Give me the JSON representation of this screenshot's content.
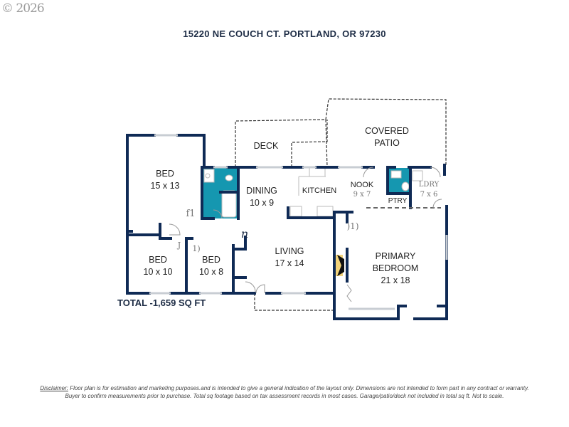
{
  "watermark": "© 2026",
  "address": "15220 NE COUCH CT. PORTLAND, OR 97230",
  "total_area": "TOTAL -1,659 SQ FT",
  "colors": {
    "wall": "#0f2a55",
    "bath_fill": "#1597b0",
    "fireplace": "#f2d37a",
    "window": "#c8cdd3",
    "text_dark": "#1d2c45"
  },
  "rooms": {
    "bed1": {
      "name": "BED",
      "dims": "15 x 13"
    },
    "bed2": {
      "name": "BED",
      "dims": "10 x 10"
    },
    "bed3": {
      "name": "BED",
      "dims": "10 x 8"
    },
    "dining": {
      "name": "DINING",
      "dims": "10 x 9"
    },
    "kitchen": {
      "name": "KITCHEN"
    },
    "nook": {
      "name": "NOOK",
      "dims": "9 x 7"
    },
    "pantry": {
      "name": "PTRY"
    },
    "laundry": {
      "name": "LDRY",
      "dims": "7 x 6"
    },
    "living": {
      "name": "LIVING",
      "dims": "17 x 14"
    },
    "primary": {
      "name": "PRIMARY BEDROOM",
      "line1": "PRIMARY",
      "line2": "BEDROOM",
      "dims": "21 x 18"
    },
    "deck": {
      "name": "DECK"
    },
    "patio": {
      "name": "COVERED PATIO",
      "line1": "COVERED",
      "line2": "PATIO"
    }
  },
  "annotations": {
    "closet1": "f1",
    "closet2": "J",
    "closet3": "1)",
    "closet4": "n",
    "closet5": ")1)"
  },
  "disclaimer": {
    "label": "Disclaimer:",
    "line1": " Floor plan is for estimation and marketing purposes.and is intended to give a general indication of the layout only.  Dimensions are not intended to form part in any contract or warranty.",
    "line2": "Buyer to confirm  measurements  prior to purchase.  Total sq footage based on tax assessment records in most cases.  Garage/patio/deck not included in total sq ft.  Not to scale."
  }
}
